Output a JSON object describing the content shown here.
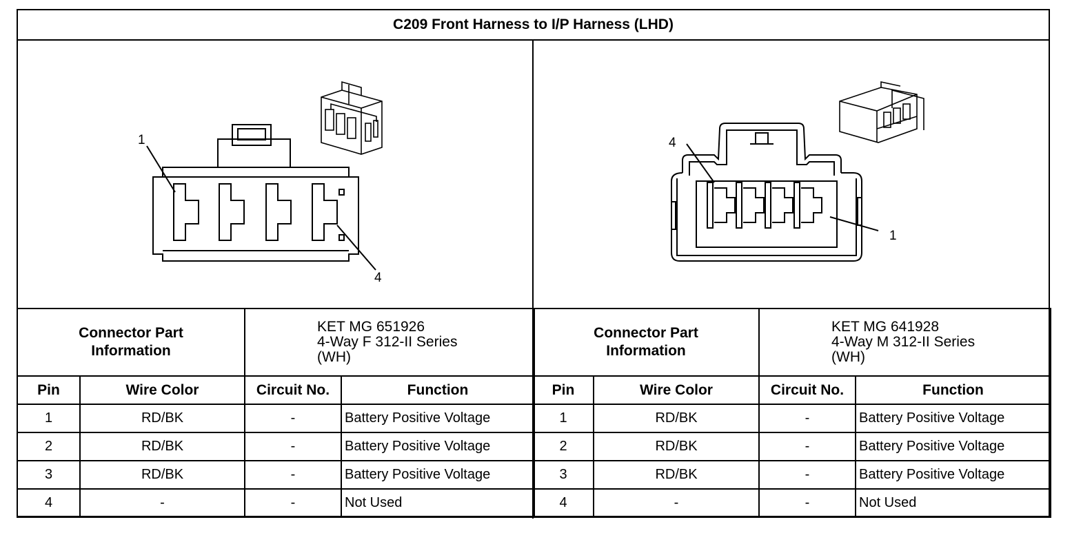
{
  "title": "C209 Front Harness to I/P Harness (LHD)",
  "left": {
    "diagram": {
      "pin_labels": [
        "1",
        "4"
      ]
    },
    "part_info_label": [
      "Connector Part",
      "Information"
    ],
    "part_info_value": [
      "KET MG 651926",
      "4-Way F 312-II Series",
      "(WH)"
    ],
    "headers": {
      "pin": "Pin",
      "wire_color": "Wire Color",
      "circuit": "Circuit No.",
      "function": "Function"
    },
    "rows": [
      {
        "pin": "1",
        "wire_color": "RD/BK",
        "circuit": "-",
        "function": "Battery Positive Voltage"
      },
      {
        "pin": "2",
        "wire_color": "RD/BK",
        "circuit": "-",
        "function": "Battery Positive Voltage"
      },
      {
        "pin": "3",
        "wire_color": "RD/BK",
        "circuit": "-",
        "function": "Battery Positive Voltage"
      },
      {
        "pin": "4",
        "wire_color": "-",
        "circuit": "-",
        "function": "Not Used"
      }
    ]
  },
  "right": {
    "diagram": {
      "pin_labels": [
        "4",
        "1"
      ]
    },
    "part_info_label": [
      "Connector Part",
      "Information"
    ],
    "part_info_value": [
      "KET MG 641928",
      "4-Way M 312-II Series",
      "(WH)"
    ],
    "headers": {
      "pin": "Pin",
      "wire_color": "Wire Color",
      "circuit": "Circuit No.",
      "function": "Function"
    },
    "rows": [
      {
        "pin": "1",
        "wire_color": "RD/BK",
        "circuit": "-",
        "function": "Battery Positive Voltage"
      },
      {
        "pin": "2",
        "wire_color": "RD/BK",
        "circuit": "-",
        "function": "Battery Positive Voltage"
      },
      {
        "pin": "3",
        "wire_color": "RD/BK",
        "circuit": "-",
        "function": "Battery Positive Voltage"
      },
      {
        "pin": "4",
        "wire_color": "-",
        "circuit": "-",
        "function": "Not Used"
      }
    ]
  }
}
